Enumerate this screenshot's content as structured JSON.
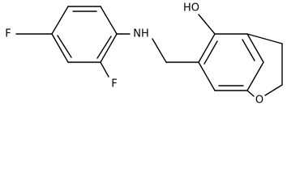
{
  "structure": {
    "atom_labels": {
      "fluoro_para": "F",
      "fluoro_ortho": "F",
      "amine": "NH",
      "hydroxyl": "HO",
      "ring_oxygen": "O"
    },
    "colors": {
      "bond": "#000000",
      "text": "#000000",
      "background": "#ffffff"
    }
  }
}
